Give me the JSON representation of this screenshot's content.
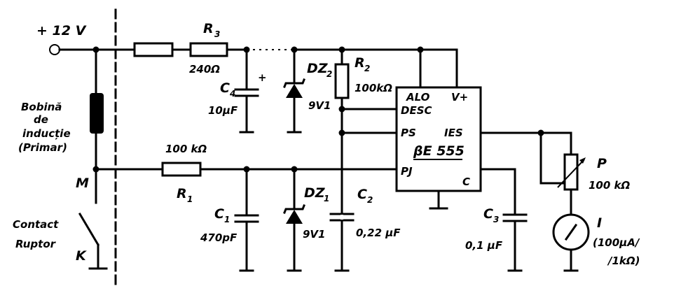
{
  "supply": {
    "label": "+ 12 V"
  },
  "coil": {
    "line1": "Bobină",
    "line2": "de",
    "line3": "inducție",
    "line4": "(Primar)"
  },
  "node_m": {
    "label": "M"
  },
  "contact": {
    "line1": "Contact",
    "line2": "Ruptor",
    "letter": "K"
  },
  "r3": {
    "name": "R",
    "sub": "3",
    "value": "240Ω"
  },
  "r1": {
    "name": "R",
    "sub": "1",
    "value": "100 kΩ"
  },
  "r2": {
    "name": "R",
    "sub": "2",
    "value": "100kΩ"
  },
  "c4": {
    "name": "C",
    "sub": "4",
    "value": "10μF",
    "polarity": "+"
  },
  "c1": {
    "name": "C",
    "sub": "1",
    "value": "470pF"
  },
  "c2": {
    "name": "C",
    "sub": "2",
    "value": "0,22 μF"
  },
  "c3": {
    "name": "C",
    "sub": "3",
    "value": "0,1 μF"
  },
  "dz2": {
    "name": "DZ",
    "sub": "2",
    "value": "9V1"
  },
  "dz1": {
    "name": "DZ",
    "sub": "1",
    "value": "9V1"
  },
  "ic": {
    "pin_alo": "ALO",
    "pin_vplus": "V+",
    "pin_desc": "DESC",
    "pin_ps": "PS",
    "pin_ies": "IES",
    "part": "βE 555",
    "pin_pj": "PJ",
    "pin_c": "C"
  },
  "pot": {
    "name": "P",
    "value": "100 kΩ"
  },
  "meter": {
    "name": "I",
    "line1": "(100μA/",
    "line2": "/1kΩ)"
  }
}
